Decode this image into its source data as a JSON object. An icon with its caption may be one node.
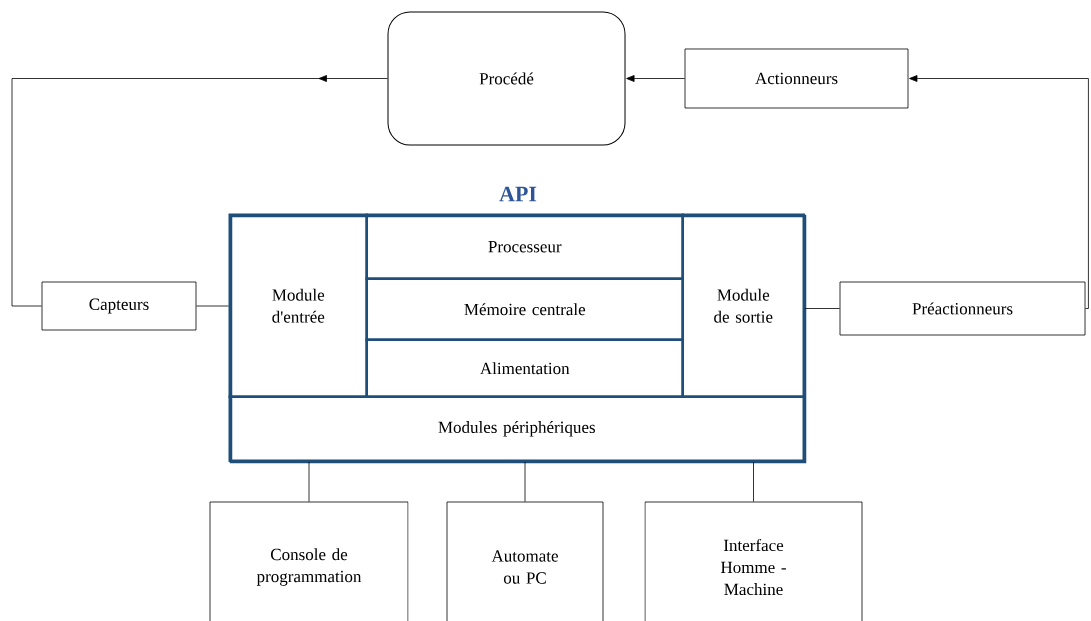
{
  "diagram": {
    "nodes": [
      {
        "text": [
          "Procédé"
        ]
      },
      {
        "text": [
          "Actionneurs"
        ]
      },
      {
        "text": [
          "API"
        ]
      },
      {
        "text": [
          "Module d'entrée"
        ],
        "in": 2
      },
      {
        "text": [
          "Processeur"
        ],
        "in": 2
      },
      {
        "text": [
          "Mémoire centrale"
        ],
        "in": 2
      },
      {
        "text": [
          "Alimentation"
        ],
        "in": 2
      },
      {
        "text": [
          "Module de sortie"
        ],
        "in": 2
      },
      {
        "text": [
          "Modules périphériques"
        ],
        "in": 2
      },
      {
        "text": [
          "Capteurs"
        ]
      },
      {
        "text": [
          "Préactionneurs"
        ]
      },
      {
        "text": [
          "Console de programmation"
        ]
      },
      {
        "text": [
          "Automate ou PC"
        ]
      },
      {
        "text": [
          "Interface Homme - Machine"
        ]
      }
    ],
    "edges": [
      {
        "from": 1,
        "to": 0,
        "arrow": "to"
      },
      {
        "from": 10,
        "to": 1,
        "arrow": "to"
      },
      {
        "from": 0,
        "to": 9,
        "arrow": "to"
      },
      {
        "from": 9,
        "to": 3,
        "arrow": "none"
      },
      {
        "from": 7,
        "to": 10,
        "arrow": "none"
      },
      {
        "from": 8,
        "to": 11,
        "arrow": "none"
      },
      {
        "from": 8,
        "to": 12,
        "arrow": "none"
      },
      {
        "from": 8,
        "to": 13,
        "arrow": "none"
      }
    ]
  }
}
